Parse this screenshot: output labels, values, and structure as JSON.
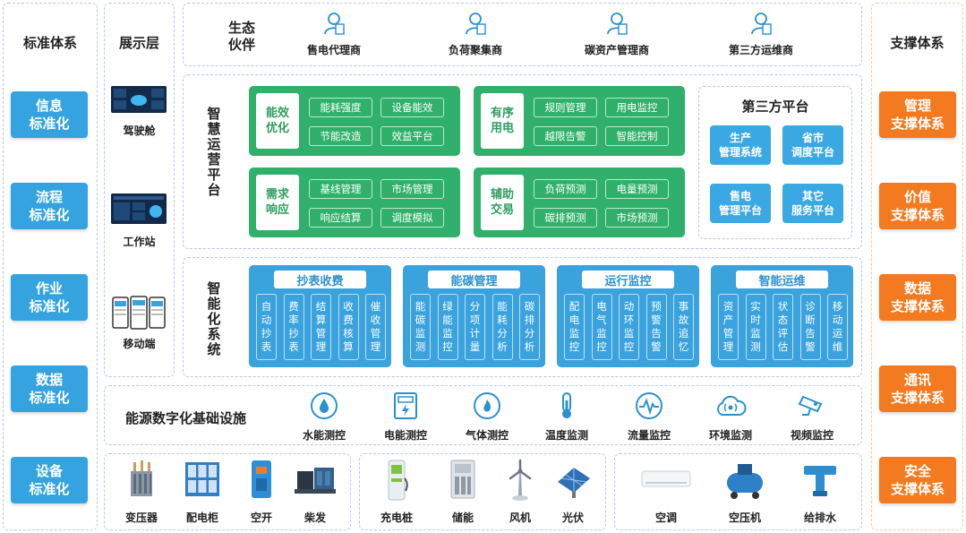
{
  "standards": {
    "title": "标准体系",
    "items": [
      "信息\n标准化",
      "流程\n标准化",
      "作业\n标准化",
      "数据\n标准化",
      "设备\n标准化"
    ]
  },
  "display": {
    "title": "展示层",
    "items": [
      "驾驶舱",
      "工作站",
      "移动端"
    ]
  },
  "ecology": {
    "title": "生态\n伙伴",
    "partners": [
      "售电代理商",
      "负荷聚集商",
      "碳资产管理商",
      "第三方运维商"
    ]
  },
  "smart_ops": {
    "title": "智慧运营平台",
    "groups": [
      {
        "key": "能效\n优化",
        "items": [
          "能耗强度",
          "设备能效",
          "节能改造",
          "效益平台"
        ]
      },
      {
        "key": "有序\n用电",
        "items": [
          "规则管理",
          "用电监控",
          "越限告警",
          "智能控制"
        ]
      },
      {
        "key": "需求\n响应",
        "items": [
          "基线管理",
          "市场管理",
          "响应结算",
          "调度模拟"
        ]
      },
      {
        "key": "辅助\n交易",
        "items": [
          "负荷预测",
          "电量预测",
          "碳排预测",
          "市场预测"
        ]
      }
    ],
    "third_party": {
      "title": "第三方平台",
      "items": [
        "生产\n管理系统",
        "省市\n调度平台",
        "售电\n管理平台",
        "其它\n服务平台"
      ]
    }
  },
  "intelligent": {
    "title": "智能化系统",
    "modules": [
      {
        "head": "抄表收费",
        "cols": [
          "自动抄表",
          "费率抄表",
          "结算管理",
          "收费核算",
          "催收管理"
        ]
      },
      {
        "head": "能碳管理",
        "cols": [
          "能碳监测",
          "绿能监控",
          "分项计量",
          "能耗分析",
          "碳排分析"
        ]
      },
      {
        "head": "运行监控",
        "cols": [
          "配电监控",
          "电气监控",
          "动环监控",
          "预警告警",
          "事故追忆"
        ]
      },
      {
        "head": "智能运维",
        "cols": [
          "资产管理",
          "实时监测",
          "状态评估",
          "诊断告警",
          "移动运维"
        ]
      }
    ]
  },
  "infra": {
    "title": "能源数字化基础设施",
    "items": [
      {
        "label": "水能测控",
        "icon": "water-gauge-icon"
      },
      {
        "label": "电能测控",
        "icon": "electric-meter-icon"
      },
      {
        "label": "气体测控",
        "icon": "gas-gauge-icon"
      },
      {
        "label": "温度监测",
        "icon": "thermometer-icon"
      },
      {
        "label": "流量监控",
        "icon": "flow-wave-icon"
      },
      {
        "label": "环境监测",
        "icon": "cloud-sensor-icon"
      },
      {
        "label": "视频监控",
        "icon": "camera-icon"
      }
    ]
  },
  "equipment": {
    "group1": [
      "变压器",
      "配电柜",
      "空开",
      "柴发"
    ],
    "group2": [
      "充电桩",
      "储能",
      "风机",
      "光伏"
    ],
    "group3": [
      "空调",
      "空压机",
      "给排水"
    ]
  },
  "support": {
    "title": "支撑体系",
    "items": [
      "管理\n支撑体系",
      "价值\n支撑体系",
      "数据\n支撑体系",
      "通讯\n支撑体系",
      "安全\n支撑体系"
    ]
  },
  "colors": {
    "blue": "#35a3df",
    "green": "#30b06a",
    "orange": "#f47a20",
    "border": "#b9c7e6"
  }
}
